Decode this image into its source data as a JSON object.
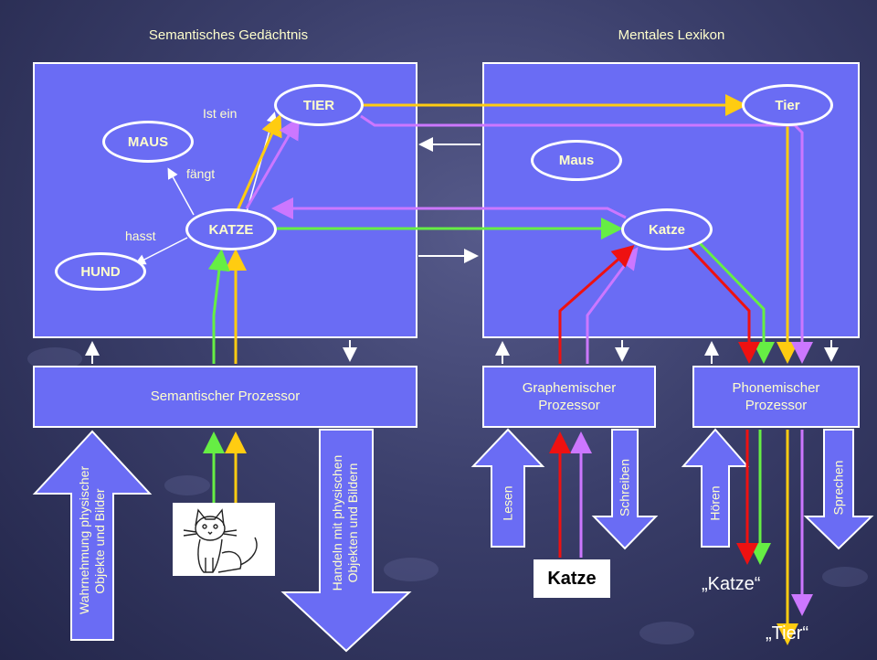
{
  "semantic_memory": {
    "title": "Semantisches Gedächtnis",
    "nodes": {
      "tier": "TIER",
      "maus": "MAUS",
      "katze": "KATZE",
      "hund": "HUND"
    },
    "relations": {
      "ist_ein": "Ist ein",
      "faengt": "fängt",
      "hasst": "hasst"
    }
  },
  "mental_lexicon": {
    "title": "Mentales Lexikon",
    "nodes": {
      "tier": "Tier",
      "maus": "Maus",
      "katze": "Katze"
    }
  },
  "processors": {
    "semantic": "Semantischer Prozessor",
    "graphemic": [
      "Graphemischer",
      "Prozessor"
    ],
    "phonemic": [
      "Phonemischer",
      "Prozessor"
    ]
  },
  "io_arrows": {
    "perception": [
      "Wahrnehmung physischer",
      "Objekte und Bilder"
    ],
    "action": [
      "Handeln mit physischen",
      "Objekten und Bildern"
    ],
    "lesen": "Lesen",
    "schreiben": "Schreiben",
    "hoeren": "Hören",
    "sprechen": "Sprechen"
  },
  "inputs_outputs": {
    "written_word": "Katze",
    "spoken_katze": "„Katze“",
    "spoken_tier": "„Tier“"
  },
  "colors": {
    "green": "#66ee44",
    "yellow": "#ffcc11",
    "purple": "#cc77ff",
    "red": "#ee1111",
    "white": "#ffffff",
    "box_fill": "#6a6cf4"
  },
  "icons": {
    "cat_picture": "cat-drawing"
  }
}
